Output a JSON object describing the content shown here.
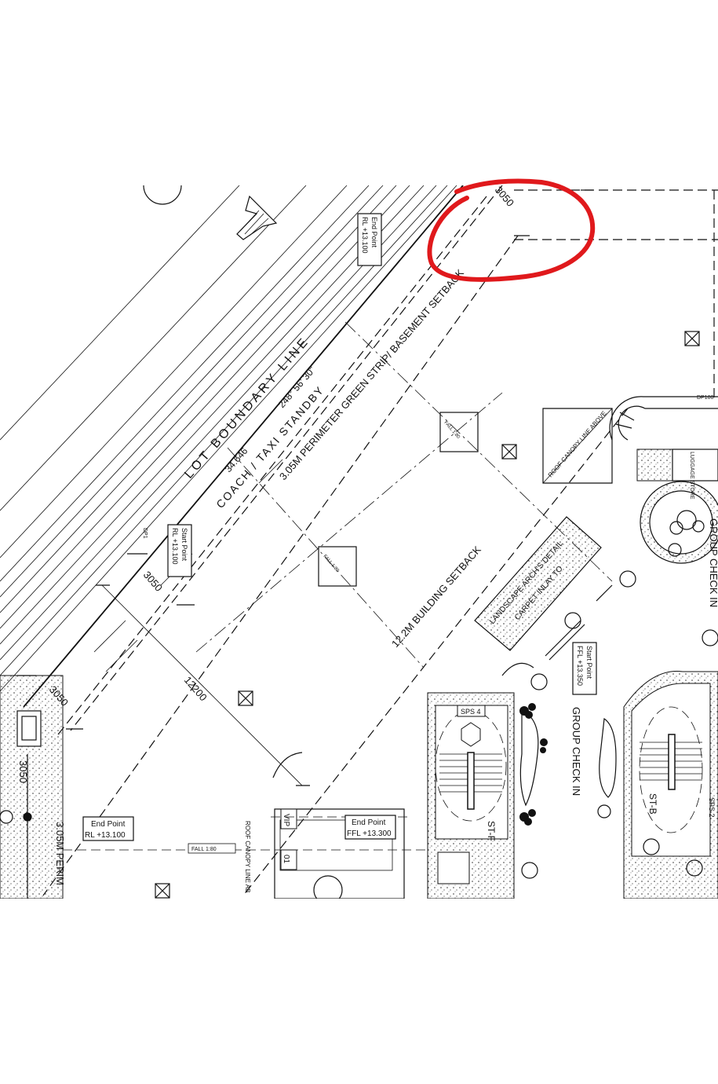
{
  "labels": {
    "lot_boundary": "LOT BOUNDARY LINE",
    "bearing": "248° 56' 30\"",
    "bearing_dist": "34.646",
    "coach_taxi": "COACH / TAXI STANDBY",
    "green_strip": "3.05M PERIMETER GREEN STRIP/ BASEMENT SETBACK",
    "building_setback": "12.2M BUILDING SETBACK",
    "perim_bottom": "3.05M PERIM",
    "group_checkin_1": "GROUP CHECK IN",
    "group_checkin_2": "GROUP CHECK IN",
    "landscape": "LANDSCAPE ARCH'S DETAIL",
    "carpet_inlay": "CARPET INLAY TO",
    "roof_canopy_top": "ROOF CANOPY LINE ABOVE",
    "roof_canopy_bottom": "ROOF CANOPY LINE AB",
    "luggage_store": "LUGGAGE STORE",
    "vip": "VIP",
    "room_01": "01",
    "stair_f": "ST-F",
    "stair_b": "ST-B",
    "sps4": "SPS 4",
    "sps2": "SPS 2",
    "dp100": "DP100",
    "dp_left": "DP1"
  },
  "dimensions": {
    "d3050_top": "3050",
    "d3050_mid": "3050",
    "d3050_left": "3050",
    "d3050_bottom": "3050",
    "d12200": "12200"
  },
  "falls": {
    "f1": "FALL 1:80",
    "f2": "FALL 1:80",
    "f3": "FALL 1:80"
  },
  "points": {
    "end_top_title": "End Point",
    "end_top_val": "RL +13.100",
    "start_left_title": "Start Point",
    "start_left_val": "RL +13.100",
    "start_mid_title": "Start Point",
    "start_mid_val": "FFL +13.350",
    "end_left_title": "End Point",
    "end_left_val": "RL +13.100",
    "end_mid_title": "End Point",
    "end_mid_val": "FFL +13.300"
  },
  "colors": {
    "markup_circle": "#e0191c",
    "linework": "#111111"
  }
}
